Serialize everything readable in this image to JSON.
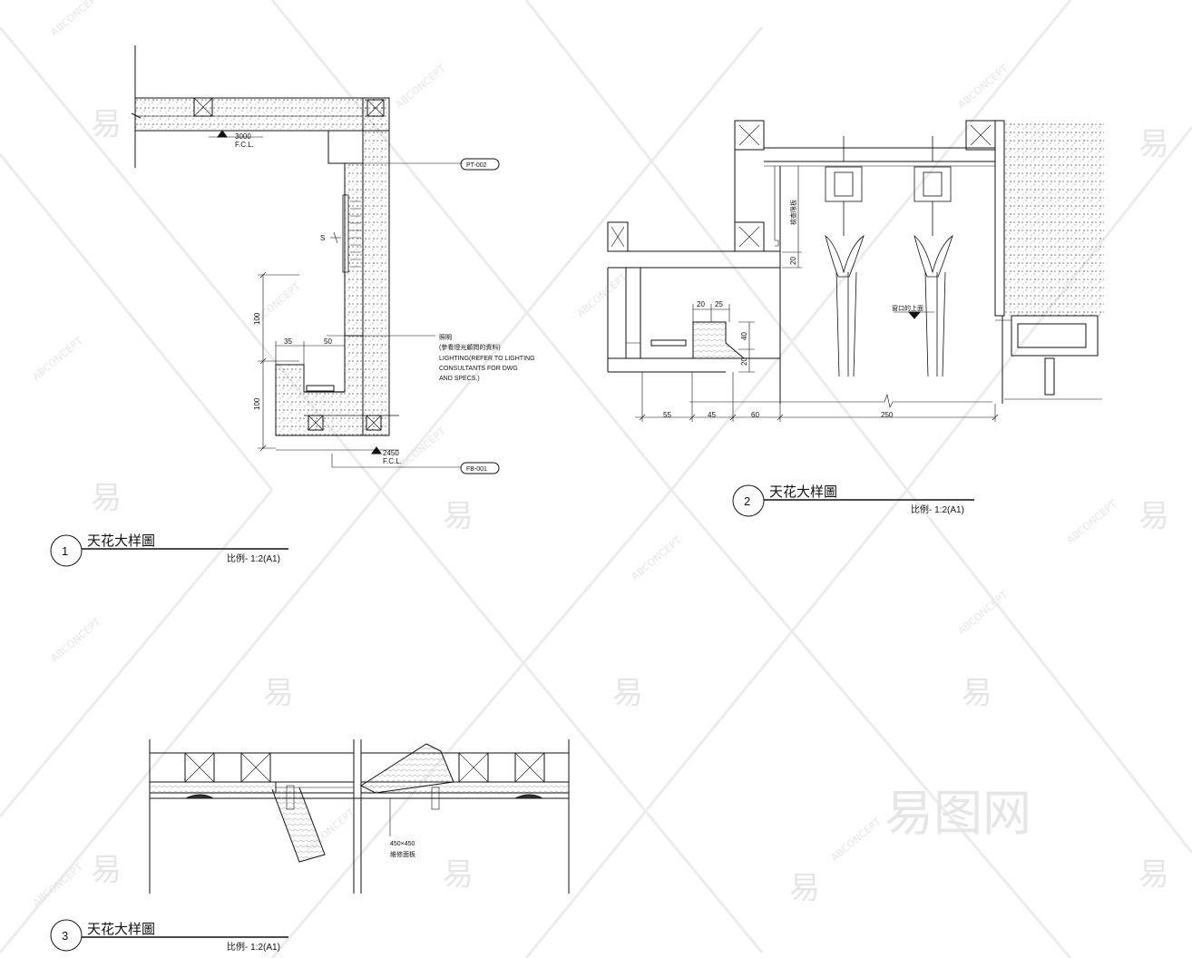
{
  "details": [
    {
      "number": "1",
      "title": "天花大样圖",
      "scale": "比例- 1:2(A1)",
      "level_top": "3000",
      "level_top_unit": "F.C.L.",
      "level_bottom": "2450",
      "level_bottom_unit": "F.C.L.",
      "tag_top": "PT-002",
      "tag_bottom": "FB-001",
      "switch_label": "S",
      "dims": [
        "100",
        "100",
        "35",
        "50"
      ],
      "note_lines": [
        "照明",
        "(參看燈光顧問的資料)",
        "LIGHTING(REFER TO LIGHTING",
        "CONSULTANTS FOR DWG",
        "AND SPECS.)"
      ]
    },
    {
      "number": "2",
      "title": "天花大样圖",
      "scale": "比例- 1:2(A1)",
      "dims_bottom": [
        "55",
        "45",
        "60",
        "250"
      ],
      "dims_top": [
        "20",
        "25"
      ],
      "dims_right": [
        "40",
        "20"
      ],
      "dim_vertical_20": "20",
      "label_vertical": "檢查限板",
      "label_window": "窗口的上面"
    },
    {
      "number": "3",
      "title": "天花大样圖",
      "scale": "比例- 1:2(A1)",
      "panel_size": "450×450",
      "panel_label": "維修面板"
    }
  ],
  "watermarks": {
    "brand": "ABCONCEPT",
    "glyph": "易",
    "logo": "易图网"
  }
}
